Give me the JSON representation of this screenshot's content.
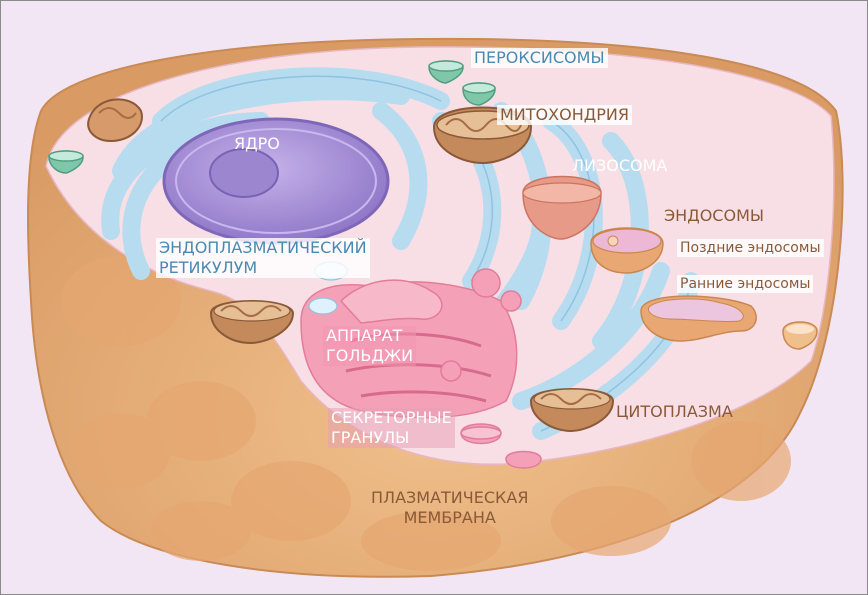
{
  "labels": {
    "peroxisomes": "ПЕРОКСИСОМЫ",
    "mitochondrion": "МИТОХОНДРИЯ",
    "nucleus": "ЯДРО",
    "lysosome": "ЛИЗОСОМА",
    "endosomes": "ЭНДОСОМЫ",
    "late_endosomes": "Поздние эндосомы",
    "early_endosomes": "Ранние эндосомы",
    "er": "ЭНДОПЛАЗМАТИЧЕСКИЙ\nРЕТИКУЛУМ",
    "golgi": "АППАРАТ\nГОЛЬДЖИ",
    "secretory_granules": "СЕКРЕТОРНЫЕ\nГРАНУЛЫ",
    "cytoplasm": "ЦИТОПЛАЗМА",
    "plasma_membrane": "ПЛАЗМАТИЧЕСКАЯ\nМЕМБРАНА"
  },
  "colors": {
    "background": "#f3e6f4",
    "membrane": "#e8b07a",
    "cytoplasm": "#f9e4ea",
    "er": "#b9def1",
    "nucleus": "#a990d6",
    "golgi": "#f39bb4",
    "mitochondrion": "#c58a5c",
    "peroxisome": "#7fc7a8",
    "label_brown": "#8a5a38",
    "label_blue": "#4a8ab2",
    "label_white": "#ffffff"
  }
}
